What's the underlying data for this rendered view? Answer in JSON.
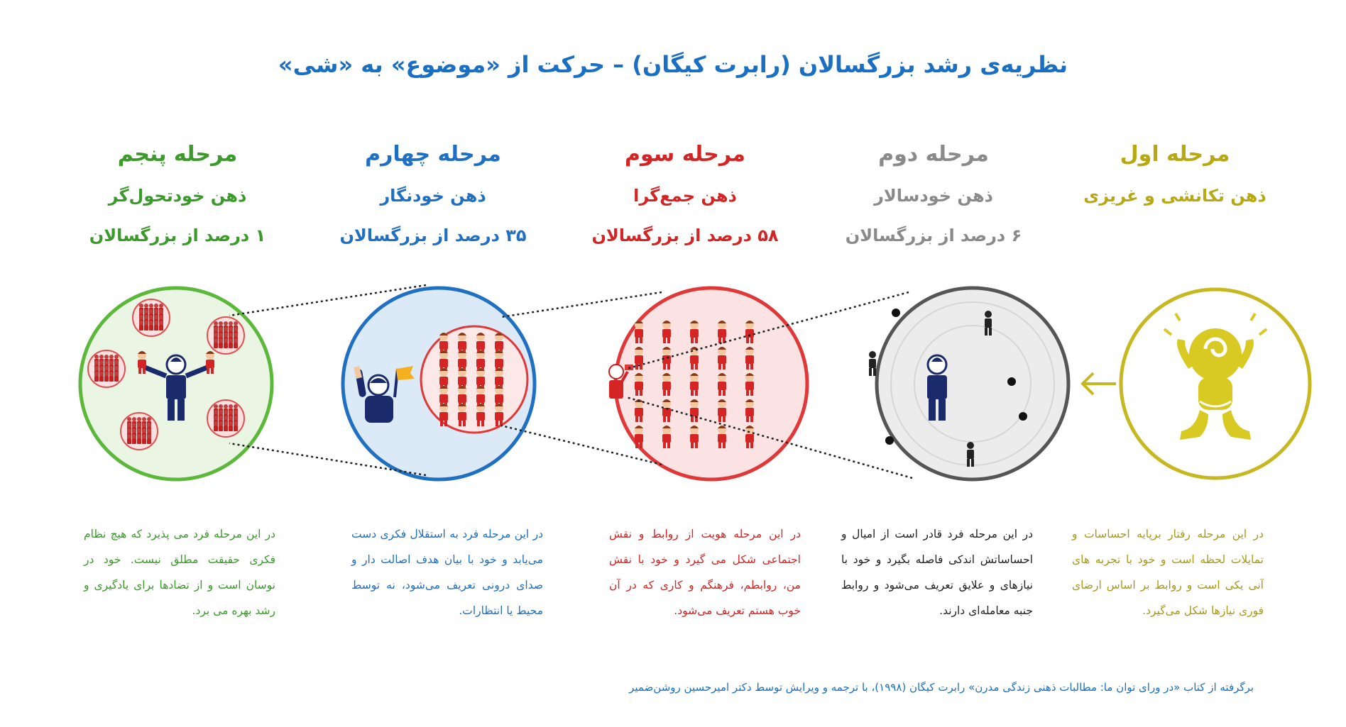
{
  "title": "نظریه‌ی رشد بزرگسالان (رابرت کیگان) – حرکت از «موضوع» به «شی»",
  "stages": [
    {
      "id": "1",
      "name": "مرحله اول",
      "mind": "ذهن تکانشی و غریزی",
      "percent": "",
      "color": "#b8a812",
      "description": "در این مرحله رفتار  برپایه احساسات و تمایلات لحظه است و خود با تجربه های آنی یکی است و روابط بر اساس ارضای فوری نیازها شکل می‌گیرد."
    },
    {
      "id": "2",
      "name": "مرحله دوم",
      "mind": "ذهن خودسالار",
      "percent": "۶ درصد از بزرگسالان",
      "color": "#8a8a8a",
      "description": "در این مرحله فرد قادر است از امیال و احساساتش اندکی فاصله بگیرد و خود با نیازهای و علایق تعریف می‌شود و روابط جنبه معامله‌ای دارند."
    },
    {
      "id": "3",
      "name": "مرحله سوم",
      "mind": "ذهن جمع‌گرا",
      "percent": "۵۸ درصد از بزرگسالان",
      "color": "#d42424",
      "description": "در این مرحله هویت از روابط و نقش اجتماعی شکل می گیرد و خود با نقش من، روابطم، فرهنگم و کاری که در آن خوب هستم تعریف می‌شود."
    },
    {
      "id": "4",
      "name": "مرحله چهارم",
      "mind": "ذهن خودنگار",
      "percent": "۳۵ درصد از بزرگسالان",
      "color": "#1f6fc2",
      "description": "در این مرحله فرد به استقلال فکری دست می‌یابد و خود با بیان هدف اصالت دار و صدای درونی تعریف می‌شود، نه توسط محیط یا انتظارات."
    },
    {
      "id": "5",
      "name": "مرحله پنجم",
      "mind": "ذهن خودتحول‌گر",
      "percent": "۱ درصد از بزرگسالان",
      "color": "#3a9a2a",
      "description": "در این مرحله فرد می پذیرد که هیچ نظام فکری حقیقت مطلق نیست. خود در نوسان است و از تضادها برای یادگیری و رشد بهره می برد."
    }
  ],
  "icons": [
    "baby-icon",
    "person-icon",
    "crowd-icon",
    "flag-person-icon",
    "arrow-left-icon"
  ],
  "footer": "برگرفته  از کتاب «در ورای توان ما: مطالبات ذهنی زندگی مدرن»  رابرت کیگان (۱۹۹۸)، با ترجمه و ویرایش توسط دکتر امیرحسین روشن‌ضمیر"
}
